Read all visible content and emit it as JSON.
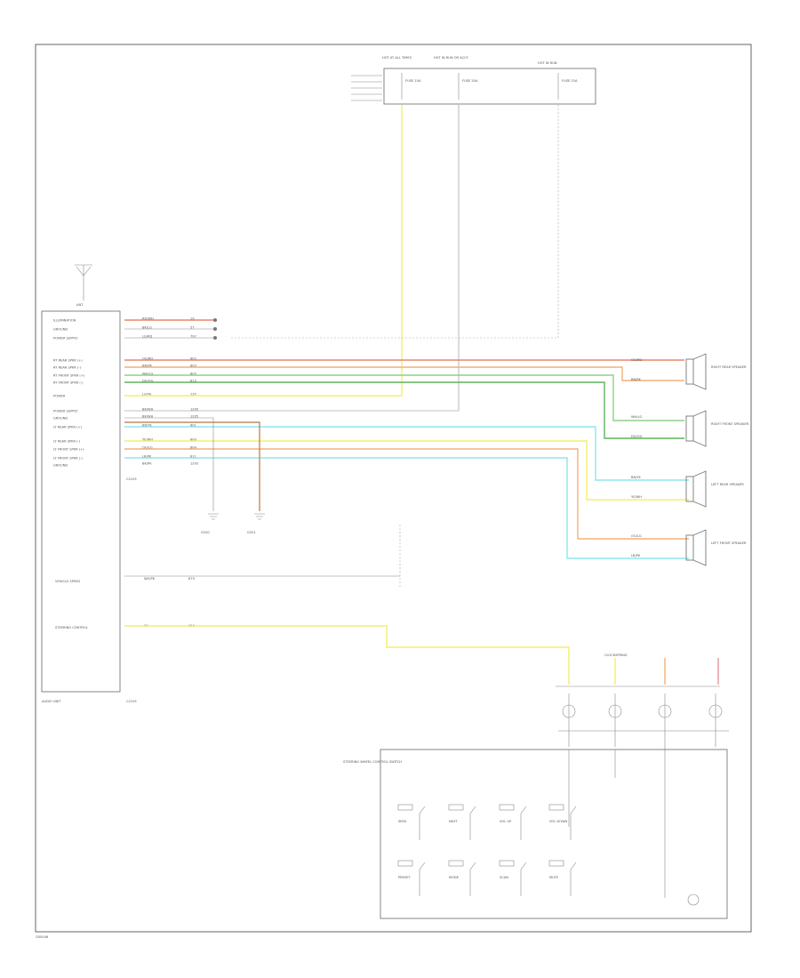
{
  "colors": {
    "red": "#e8856a",
    "orange": "#f2b07a",
    "green": "#8fd08a",
    "dkgreen": "#5fb45a",
    "yellow": "#f6ee6a",
    "cyan": "#8ee5ee",
    "brown": "#c58a5a",
    "gray": "#999999",
    "pink": "#e79a9a"
  },
  "audio_unit": {
    "label": "AUDIO UNIT",
    "connector": "C2105",
    "pins": [
      {
        "name": "ILLUMINATION",
        "wire": "RD/WH",
        "circuit": "19"
      },
      {
        "name": "GROUND",
        "wire": "BK/LG",
        "circuit": "57"
      },
      {
        "name": "POWER SUPPLY",
        "wire": "LG/RD",
        "circuit": "797"
      },
      {
        "name": "RT REAR SPKR (+)",
        "wire": "OG/RD",
        "circuit": "802"
      },
      {
        "name": "RT REAR SPKR (-)",
        "wire": "BN/PK",
        "circuit": "803"
      },
      {
        "name": "RT FRONT SPKR (+)",
        "wire": "WH/LG",
        "circuit": "805"
      },
      {
        "name": "RT FRONT SPKR (-)",
        "wire": "DG/OG",
        "circuit": "813"
      },
      {
        "name": "POWER",
        "wire": "LG/YE",
        "circuit": "137"
      },
      {
        "name": "POWER SUPPLY",
        "wire": "BK/WH",
        "circuit": "1205"
      },
      {
        "name": "GROUND",
        "wire": "BK/WH",
        "circuit": "1205"
      },
      {
        "name": "LT REAR SPKR (+)",
        "wire": "BN/YE",
        "circuit": "801"
      },
      {
        "name": "LT REAR SPKR (-)",
        "wire": "YE/WH",
        "circuit": "800"
      },
      {
        "name": "LT FRONT SPKR (+)",
        "wire": "OG/LG",
        "circuit": "804"
      },
      {
        "name": "LT FRONT SPKR (-)",
        "wire": "LB/PK",
        "circuit": "811"
      },
      {
        "name": "GROUND",
        "wire": "BK/PK",
        "circuit": "1205"
      }
    ],
    "vehicle_speed": "VEHICLE SPEED",
    "vehicle_speed_wire": "WH/PK",
    "vehicle_speed_circuit": "679",
    "steering_control": "STEERING CONTROL",
    "steering_wire": "YE",
    "steering_circuit": "956"
  },
  "antenna": {
    "label": "ANT"
  },
  "fuses": [
    {
      "label": "HOT AT ALL TIMES",
      "fuse": "FUSE 10A"
    },
    {
      "label": "HOT IN RUN OR ACCY",
      "fuse": "FUSE 20A"
    },
    {
      "label": "HOT IN RUN",
      "fuse": "FUSE 15A"
    }
  ],
  "speakers": [
    {
      "label": "RIGHT REAR SPEAKER",
      "w1": "OG/RD",
      "w2": "BN/PK"
    },
    {
      "label": "RIGHT FRONT SPEAKER",
      "w1": "WH/LG",
      "w2": "DG/OG"
    },
    {
      "label": "LEFT REAR SPEAKER",
      "w1": "BN/YE",
      "w2": "YE/WH"
    },
    {
      "label": "LEFT FRONT SPEAKER",
      "w1": "OG/LG",
      "w2": "LB/PK"
    }
  ],
  "grounds": [
    {
      "label": "G200"
    },
    {
      "label": "G201"
    }
  ],
  "clockspring": {
    "label": "CLOCKSPRING"
  },
  "switch_module": {
    "label": "STEERING WHEEL CONTROL SWITCH"
  },
  "buttons_row1": [
    "SEEK",
    "NEXT",
    "VOL UP",
    "VOL DOWN"
  ],
  "buttons_row2": [
    "PRESET",
    "MODE",
    "SCAN",
    "MUTE"
  ],
  "footer_code": "G00048"
}
